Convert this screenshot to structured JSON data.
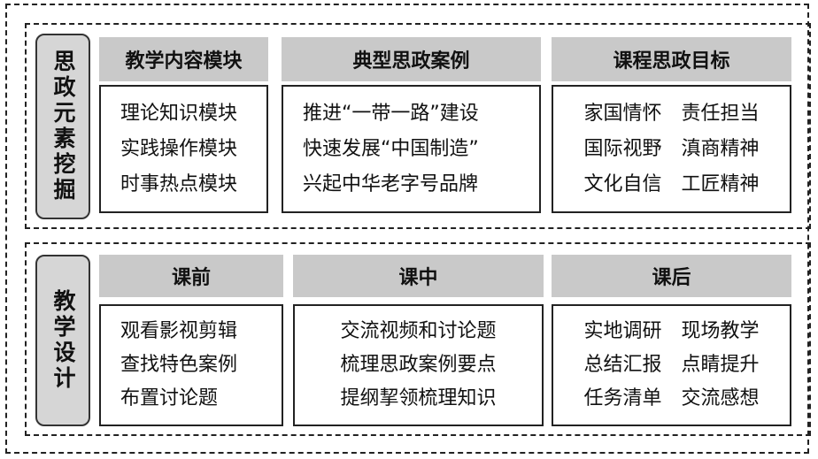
{
  "sections": [
    {
      "label": "思政元素挖掘",
      "columns": [
        {
          "header": "教学内容模块",
          "items": [
            "理论知识模块",
            "实践操作模块",
            "时事热点模块"
          ]
        },
        {
          "header": "典型思政案例",
          "items": [
            "推进“一带一路”建设",
            "快速发展“中国制造”",
            "兴起中华老字号品牌"
          ]
        },
        {
          "header": "课程思政目标",
          "pairs": [
            [
              "家国情怀",
              "责任担当"
            ],
            [
              "国际视野",
              "滇商精神"
            ],
            [
              "文化自信",
              "工匠精神"
            ]
          ]
        }
      ]
    },
    {
      "label": "教学设计",
      "columns": [
        {
          "header": "课前",
          "items": [
            "观看影视剪辑",
            "查找特色案例",
            "布置讨论题"
          ]
        },
        {
          "header": "课中",
          "items": [
            "交流视频和讨论题",
            "梳理思政案例要点",
            "提纲挈领梳理知识"
          ]
        },
        {
          "header": "课后",
          "pairs": [
            [
              "实地调研",
              "现场教学"
            ],
            [
              "总结汇报",
              "点睛提升"
            ],
            [
              "任务清单",
              "交流感想"
            ]
          ]
        }
      ]
    }
  ]
}
